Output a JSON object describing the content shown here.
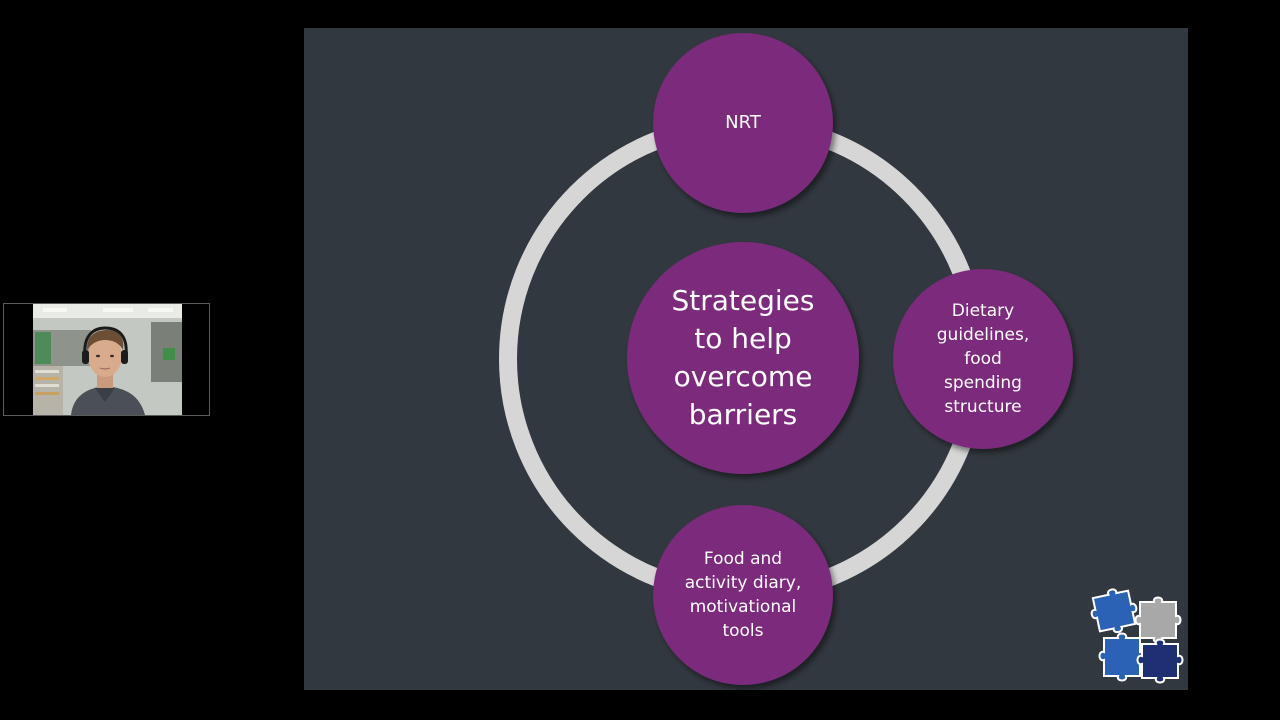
{
  "slide": {
    "center_text": "Strategies\nto help\novercome\nbarriers",
    "nodes": {
      "top": "NRT",
      "right": "Dietary\nguidelines,\nfood\nspending\nstructure",
      "bottom": "Food and\nactivity diary,\nmotivational\ntools"
    }
  },
  "colors": {
    "background": "#000000",
    "slide_background": "#32383f",
    "node_fill": "#7c2a7c",
    "ring": "#d6d6d6",
    "puzzle_blue": "#2b62b6",
    "puzzle_gray": "#a8a8a8",
    "puzzle_navy": "#1e2f73"
  },
  "icons": {
    "webcam": "person-with-headphones",
    "logo": "puzzle-pieces-icon"
  }
}
